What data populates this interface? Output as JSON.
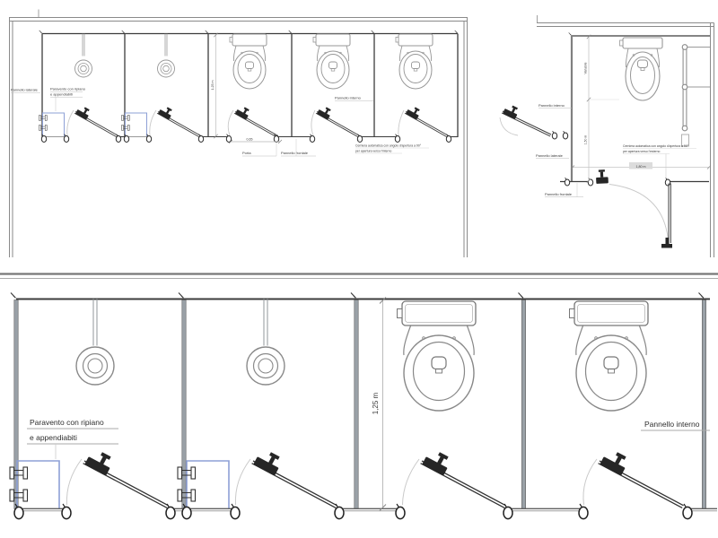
{
  "labels": {
    "pannello_laterale": "Pannello laterale",
    "pannello_interno": "Pannello interno",
    "pannello_frontale": "Pannello frontale",
    "porta": "Porta",
    "paravento_line1": "Paravento con ripiano",
    "paravento_line2": "e appendiabiti",
    "cerniera_int_line1": "Cerniera automatica con angolo d'apertura a 90°",
    "cerniera_int_line2": "per apertura verso l'interno",
    "cerniera_est_line1": "Cerniera automatica con angolo d'apertura a 90°",
    "cerniera_est_line2": "per apertura verso l'esterno"
  },
  "dimensions": {
    "stall_depth": "1,25 m",
    "door_width": "0,65",
    "accessible_width": "1,80 m",
    "accessible_depth_upper": "Variabile",
    "accessible_depth_lower": "1,50 m"
  },
  "colors": {
    "line_dark": "#3c3c3c",
    "wall_grey": "#8a8a8a",
    "partition_grey": "#9aa1a7",
    "fixture_grey": "#979797",
    "paravento_blue": "#8da0d6",
    "arc_grey": "#c9c9c9",
    "text": "#3a3a3a",
    "background": "#ffffff"
  }
}
